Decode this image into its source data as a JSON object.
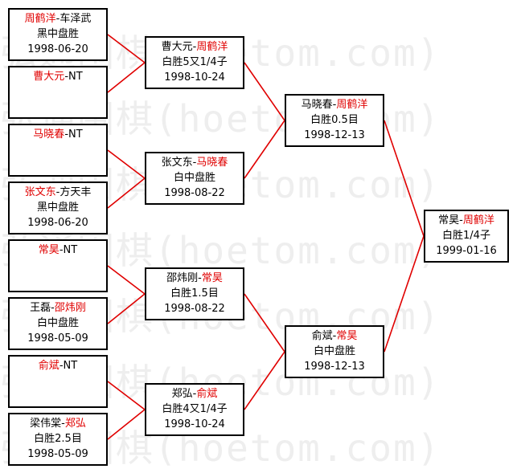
{
  "watermark": {
    "lines": [
      "弘通围棋(hoetom.com)",
      "弘通围棋(hoetom.com)",
      "弘通围棋(hoetom.com)",
      "弘通围棋(hoetom.com)",
      "弘通围棋(hoetom.com)",
      "弘通围棋(hoetom.com)",
      "弘通围棋(hoetom.com)"
    ]
  },
  "colors": {
    "winner": "#e00000",
    "connector": "#e00000",
    "border": "#000000"
  },
  "round1": [
    {
      "p1": "周鹤洋",
      "p2": "车泽武",
      "winner": 1,
      "result": "黑中盘胜",
      "date": "1998-06-20"
    },
    {
      "p1": "曹大元",
      "p2": "NT",
      "winner": 1,
      "result": "",
      "date": ""
    },
    {
      "p1": "马晓春",
      "p2": "NT",
      "winner": 1,
      "result": "",
      "date": ""
    },
    {
      "p1": "张文东",
      "p2": "方天丰",
      "winner": 1,
      "result": "黑中盘胜",
      "date": "1998-06-20"
    },
    {
      "p1": "常昊",
      "p2": "NT",
      "winner": 1,
      "result": "",
      "date": ""
    },
    {
      "p1": "王磊",
      "p2": "邵炜刚",
      "winner": 2,
      "result": "白中盘胜",
      "date": "1998-05-09"
    },
    {
      "p1": "俞斌",
      "p2": "NT",
      "winner": 1,
      "result": "",
      "date": ""
    },
    {
      "p1": "梁伟棠",
      "p2": "郑弘",
      "winner": 2,
      "result": "白胜2.5目",
      "date": "1998-05-09"
    }
  ],
  "round2": [
    {
      "p1": "曹大元",
      "p2": "周鹤洋",
      "winner": 2,
      "result": "白胜5又1/4子",
      "date": "1998-10-24"
    },
    {
      "p1": "张文东",
      "p2": "马晓春",
      "winner": 2,
      "result": "白中盘胜",
      "date": "1998-08-22"
    },
    {
      "p1": "邵炜刚",
      "p2": "常昊",
      "winner": 2,
      "result": "白胜1.5目",
      "date": "1998-08-22"
    },
    {
      "p1": "郑弘",
      "p2": "俞斌",
      "winner": 2,
      "result": "白胜4又1/4子",
      "date": "1998-10-24"
    }
  ],
  "round3": [
    {
      "p1": "马晓春",
      "p2": "周鹤洋",
      "winner": 2,
      "result": "白胜0.5目",
      "date": "1998-12-13"
    },
    {
      "p1": "俞斌",
      "p2": "常昊",
      "winner": 2,
      "result": "白中盘胜",
      "date": "1998-12-13"
    }
  ],
  "final": [
    {
      "p1": "常昊",
      "p2": "周鹤洋",
      "winner": 2,
      "result": "白胜1/4子",
      "date": "1999-01-16"
    }
  ]
}
